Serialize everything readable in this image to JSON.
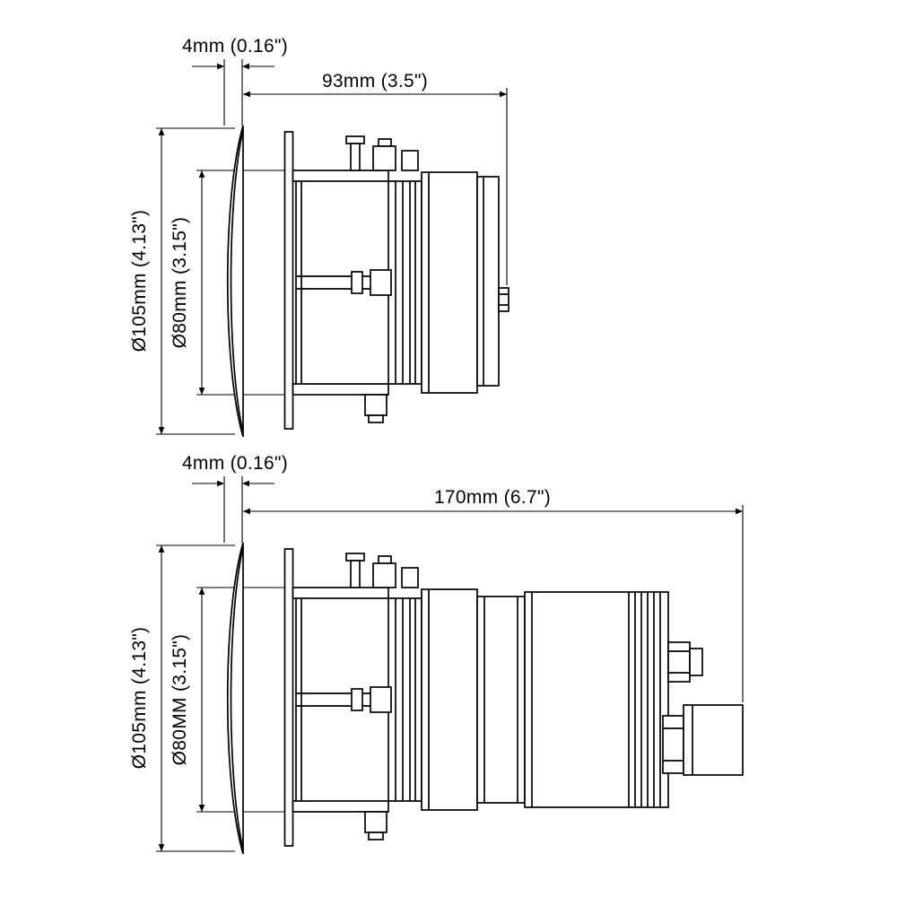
{
  "drawing": {
    "type": "technical-dimension-drawing",
    "units": "mm / inches",
    "colors": {
      "line": "#000000",
      "background": "#ffffff"
    },
    "views": {
      "top": {
        "flange": "4mm (0.16\")",
        "length": "93mm (3.5\")",
        "outer_dia": "Ø105mm (4.13\")",
        "inner_dia": "Ø80mm (3.15\")"
      },
      "bottom": {
        "flange": "4mm (0.16\")",
        "length": "170mm (6.7\")",
        "outer_dia": "Ø105mm (4.13\")",
        "inner_dia": "Ø80MM (3.15\")"
      }
    }
  }
}
